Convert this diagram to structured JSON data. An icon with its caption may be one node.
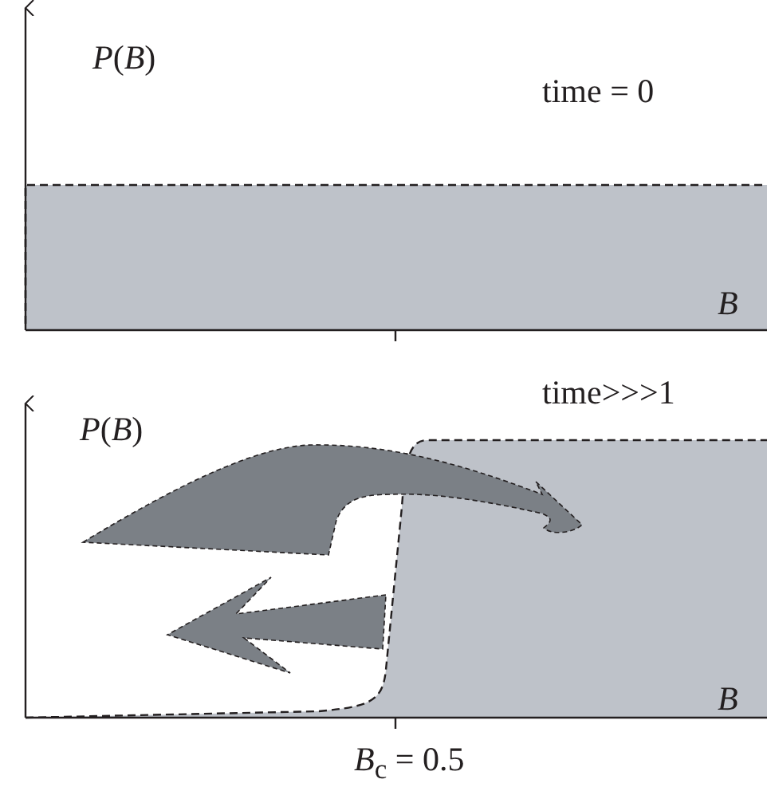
{
  "diagram": {
    "labels": [
      "*P*(*B*)",
      "time = 0",
      "B",
      "*P*(*B*)",
      "time>>>1",
      "B",
      "*B*$_{c}$ = 0.5"
    ]
  }
}
